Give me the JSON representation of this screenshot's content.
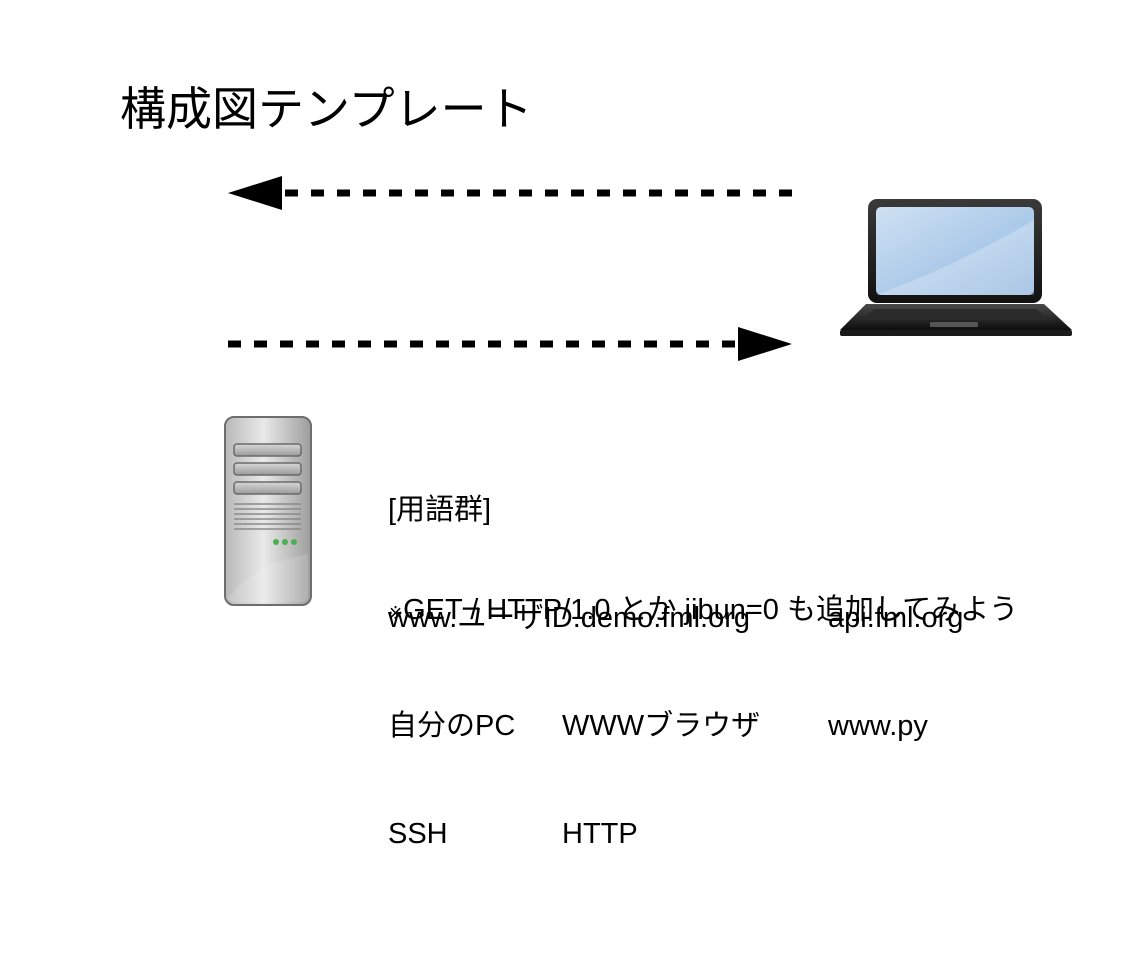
{
  "title": "構成図テンプレート",
  "terms": {
    "heading": "[用語群]",
    "rows": [
      [
        "www.ユーザID.demo.fml.org",
        "",
        "api.fml.org"
      ],
      [
        "自分のPC",
        "WWWブラウザ",
        "www.py"
      ],
      [
        "SSH",
        "HTTP",
        ""
      ]
    ]
  },
  "note": {
    "mark": "※",
    "text": "GET / HTTP/1.0 とか jibun=0 も追加してみよう"
  },
  "icons": {
    "client": "laptop-icon",
    "server": "server-tower-icon"
  }
}
